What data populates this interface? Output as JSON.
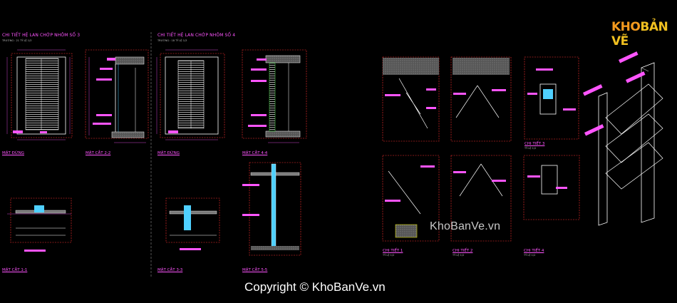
{
  "logo": {
    "text_kho": "KHO",
    "text_banve": "BẢN VẼ"
  },
  "titles": {
    "left_title": "CHI TIẾT HỆ LAN CHỚP NHÔM SỐ 3",
    "left_sub": "TRƯỜNG : 21 TỶ LỆ 1/3",
    "mid_title": "CHI TIẾT HỆ LAN CHỚP NHÔM SỐ 4",
    "mid_sub": "TRƯỜNG : 18 TỶ LỆ 1/3"
  },
  "captions": {
    "mat_dung_1": "MẶT ĐỨNG",
    "mat_cat_22": "MẶT CẮT 2-2",
    "mat_dung_2": "MẶT ĐỨNG",
    "mat_cat_44": "MẶT CẮT 4-4",
    "mat_cat_11": "MẶT CẮT 1-1",
    "mat_cat_33": "MẶT CẮT 3-3",
    "mat_cat_55": "MẶT CẮT 5-5",
    "chi_tiet_1": "CHI TIẾT 1",
    "chi_tiet_2": "CHI TIẾT 2",
    "chi_tiet_3": "CHI TIẾT 3",
    "chi_tiet_4": "CHI TIẾT 4",
    "ct_sub_1": "TỶ LỆ 1/2",
    "ct_sub_2": "TỶ LỆ 1/2",
    "ct_sub_3": "TỶ LỆ 1/2",
    "ct_sub_4": "TỶ LỆ 1/2"
  },
  "watermark": "KhoBanVe.vn",
  "copyright": "Copyright © KhoBanVe.vn",
  "colors": {
    "magenta": "#ff55ff",
    "red_dash": "#ff3030",
    "cyan": "#4fd0ff",
    "white": "#ffffff",
    "green": "#40c040",
    "logo_orange": "#f39a1e"
  }
}
